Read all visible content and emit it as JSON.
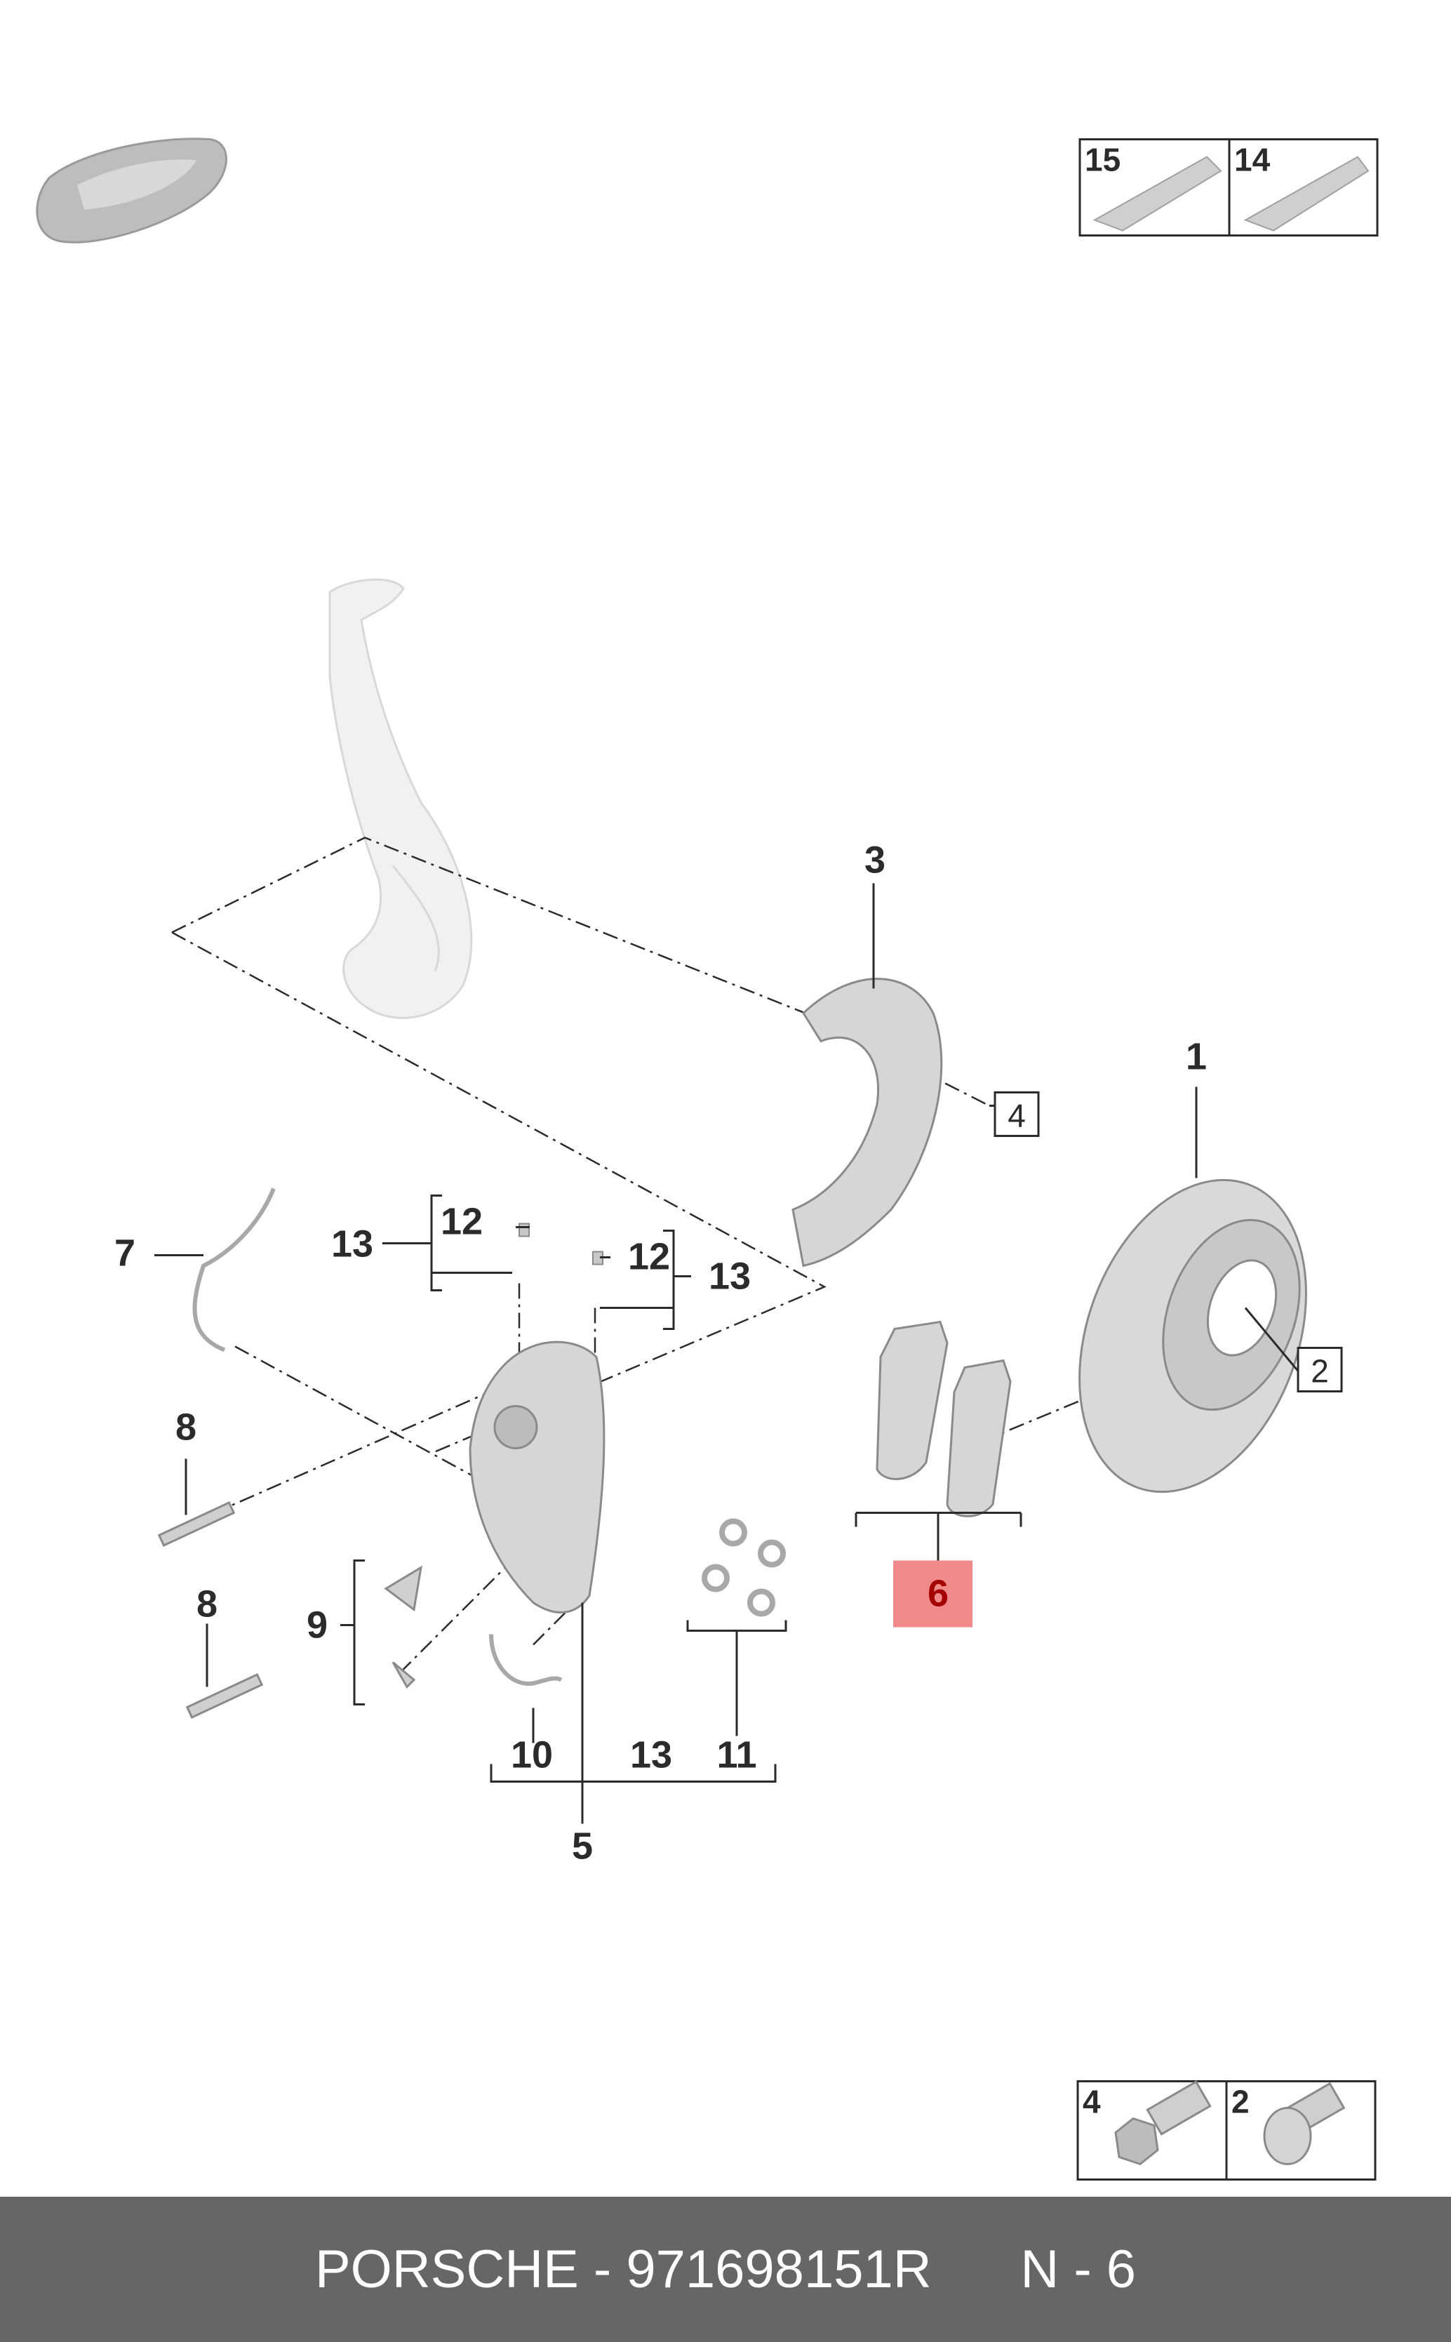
{
  "callouts": {
    "c1": "1",
    "c2": "2",
    "c3": "3",
    "c4": "4",
    "c5": "5",
    "c6": "6",
    "c7": "7",
    "c8a": "8",
    "c8b": "8",
    "c9": "9",
    "c10": "10",
    "c11": "11",
    "c12a": "12",
    "c12b": "12",
    "c13a": "13",
    "c13b": "13",
    "c13c": "13"
  },
  "legend_top": {
    "left_num": "15",
    "right_num": "14"
  },
  "legend_bottom": {
    "left_num": "4",
    "right_num": "2"
  },
  "highlight": {
    "part": "6",
    "color": "#f08a8a"
  },
  "footer": {
    "brand": "PORSCHE",
    "separator": " - ",
    "part_number": "971698151R",
    "position": "N - 6"
  }
}
